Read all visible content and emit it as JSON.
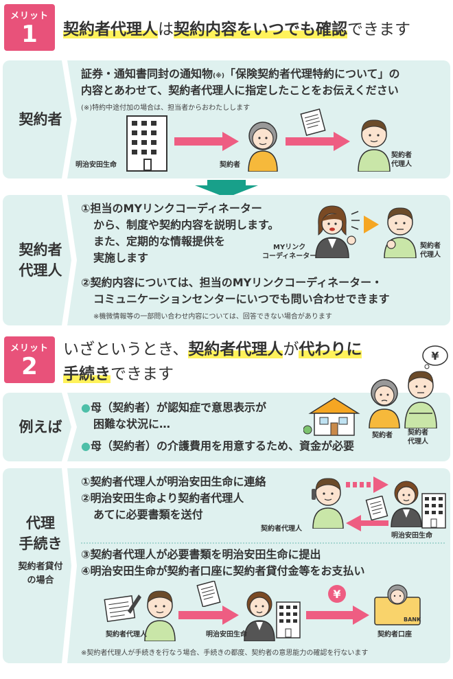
{
  "merit1": {
    "badge_label": "メリット",
    "badge_num": "1",
    "heading_hl1": "契約者代理人",
    "heading_mid": "は",
    "heading_hl2": "契約内容をいつでも確認",
    "heading_tail": "できます"
  },
  "panel_contractor": {
    "label": "契約者",
    "line1": "証券・通知書同封の通知物",
    "line1_note": "(※)",
    "line1_b": "「保険契約者代理特約について」の",
    "line2": "内容とあわせて、契約者代理人に指定したことをお伝えください",
    "note": "(※)特約中途付加の場合は、担当者からおわたしします",
    "cap_company": "明治安田生命",
    "cap_contractor": "契約者",
    "cap_agent": "契約者\n代理人"
  },
  "panel_agent": {
    "label": "契約者\n代理人",
    "item1_l1": "①担当のMYリンクコーディネーター",
    "item1_l2": "から、制度や契約内容を説明します。",
    "item1_l3": "また、定期的な情報提供を",
    "item1_l4": "実施します",
    "cap_coordinator": "MYリンク\nコーディネーター",
    "cap_agent": "契約者\n代理人",
    "item2_l1": "②契約内容については、担当のMYリンクコーディネーター・",
    "item2_l2": "コミュニケーションセンターにいつでも問い合わせできます",
    "note": "※機微情報等の一部問い合わせ内容については、回答できない場合があります"
  },
  "merit2": {
    "badge_label": "メリット",
    "badge_num": "2",
    "heading_a": "いざというとき、",
    "heading_hl1": "契約者代理人",
    "heading_b": "が",
    "heading_hl2": "代わりに",
    "heading_hl3": "手続き",
    "heading_tail": "できます"
  },
  "panel_example": {
    "label": "例えば",
    "bullet1_l1": "母（契約者）が認知症で意思表示が",
    "bullet1_l2": "困難な状況に…",
    "bullet2": "母（契約者）の介護費用を用意するため、資金が必要",
    "cap_contractor": "契約者",
    "cap_agent": "契約者\n代理人",
    "yen": "¥"
  },
  "panel_procedure": {
    "label_main": "代理\n手続き",
    "label_sub": "契約者貸付\nの場合",
    "step1": "①契約者代理人が明治安田生命に連絡",
    "step2_l1": "②明治安田生命より契約者代理人",
    "step2_l2": "あてに必要書類を送付",
    "cap_agent1": "契約者代理人",
    "cap_company1": "明治安田生命",
    "step3": "③契約者代理人が必要書類を明治安田生命に提出",
    "step4": "④明治安田生命が契約者口座に契約者貸付金等をお支払い",
    "cap_agent2": "契約者代理人",
    "cap_company2": "明治安田生命",
    "cap_account": "契約者口座",
    "bank": "BANK",
    "yen": "¥",
    "note": "※契約者代理人が手続きを行なう場合、手続きの都度、契約者の意思能力の確認を行ないます"
  },
  "colors": {
    "pink": "#e8527a",
    "teal_panel": "#dff1ef",
    "teal_arrow": "#18a08a",
    "highlight": "#fff25a"
  }
}
